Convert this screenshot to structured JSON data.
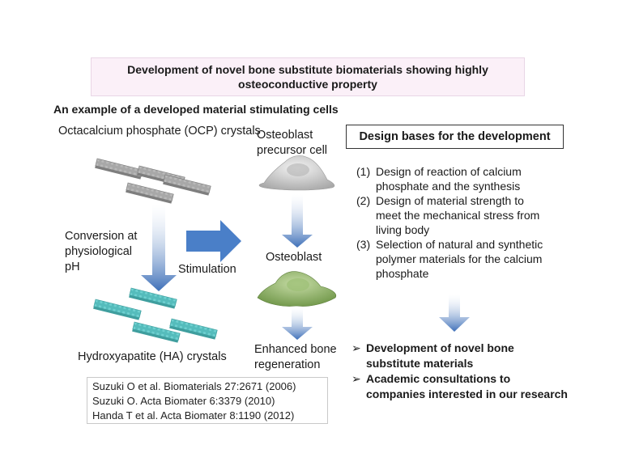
{
  "title": {
    "line1": "Development of novel bone substitute biomaterials showing highly",
    "line2": "osteoconductive property"
  },
  "subtitle": "An example of a developed material stimulating cells",
  "ocp_label": "Octacalcium phosphate (OCP) crystals",
  "ha_label": "Hydroxyapatite (HA) crystals",
  "conversion": {
    "line1": "Conversion at",
    "line2": "physiological",
    "line3": "pH"
  },
  "stimulation": "Stimulation",
  "precursor": {
    "line1": "Osteoblast",
    "line2": "precursor cell"
  },
  "osteoblast": "Osteoblast",
  "enhanced": {
    "line1": "Enhanced bone",
    "line2": "regeneration"
  },
  "design_title": "Design bases for the development",
  "design_items": [
    {
      "num": "(1)",
      "lines": [
        "Design of reaction of calcium",
        "phosphate and the synthesis"
      ]
    },
    {
      "num": "(2)",
      "lines": [
        "Design of material strength to",
        "meet the mechanical stress from",
        "living body"
      ]
    },
    {
      "num": "(3)",
      "lines": [
        "Selection of natural and synthetic",
        "polymer materials for the calcium",
        "phosphate"
      ]
    }
  ],
  "results": [
    {
      "bullet": "➢",
      "lines": [
        "Development of novel bone",
        "substitute materials"
      ]
    },
    {
      "bullet": "➢",
      "lines": [
        "Academic consultations to",
        "companies interested in our research"
      ]
    }
  ],
  "references": [
    "Suzuki O et al. Biomaterials 27:2671 (2006)",
    "Suzuki O. Acta Biomater 6:3379 (2010)",
    "Handa T et al. Acta Biomater 8:1190 (2012)"
  ],
  "colors": {
    "ocp_crystal": "#9c9c9c",
    "ha_crystal": "#5fc4c4",
    "arrow_blue": "#4a7fc8",
    "precursor_cell": "#c8c8c8",
    "osteoblast_cell": "#8fb169"
  }
}
